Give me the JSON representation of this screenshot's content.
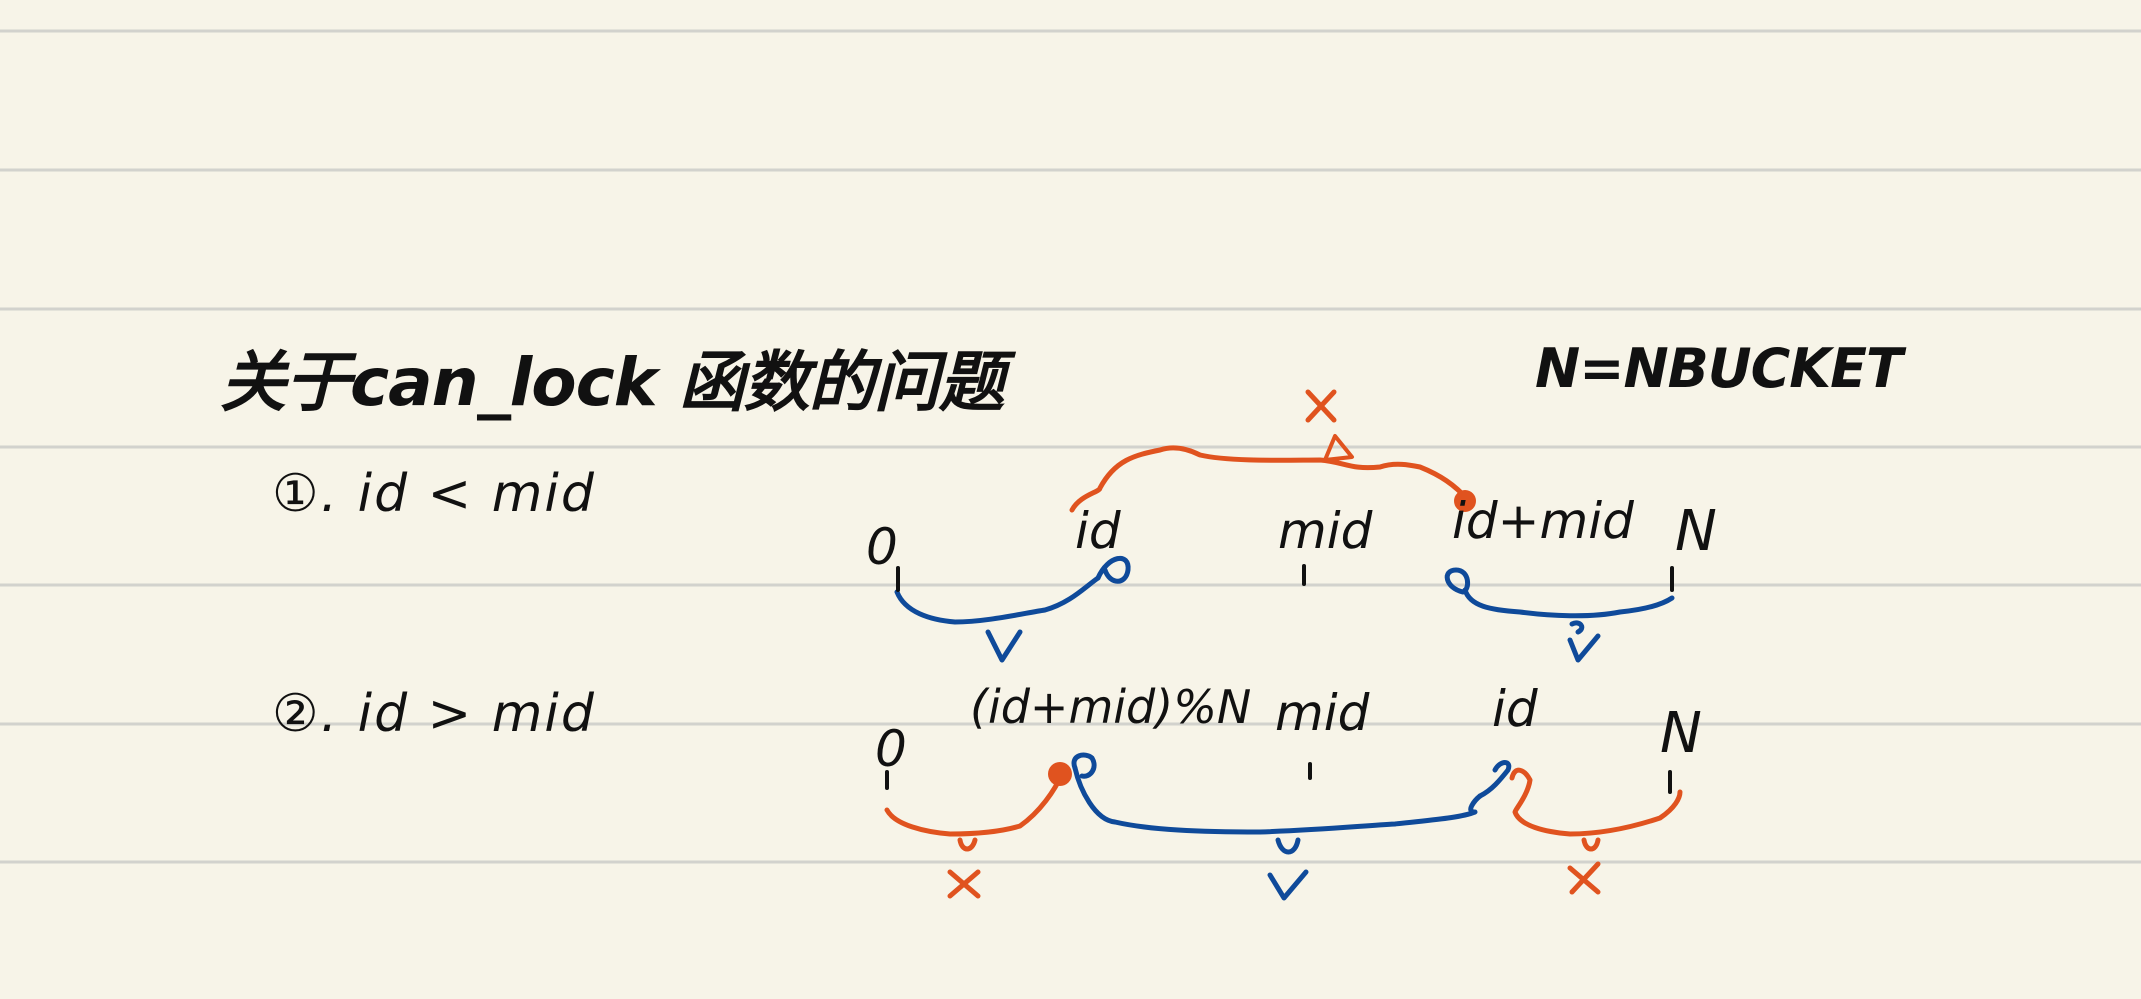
{
  "title": "关于can_lock 函数的问题",
  "note": "N=NBUCKET",
  "case1": {
    "condition": "①. id < mid",
    "labels": {
      "start": "0",
      "id": "id",
      "mid": "mid",
      "id_plus_mid": "id+mid",
      "end": "N"
    },
    "marks": {
      "top_arc": "×",
      "left_brace": "v",
      "right_brace": "v"
    }
  },
  "case2": {
    "condition": "②. id > mid",
    "labels": {
      "start": "0",
      "wrapped": "(id+mid)%N",
      "mid": "mid",
      "id": "id",
      "end": "N"
    },
    "marks": {
      "left_brace": "×",
      "middle_brace": "v",
      "right_brace": "×"
    }
  },
  "colors": {
    "ink": "#111111",
    "orange": "#e0531f",
    "blue": "#0f4a9a",
    "paper": "#f7f4e8",
    "rule": "#d2d2cd"
  }
}
